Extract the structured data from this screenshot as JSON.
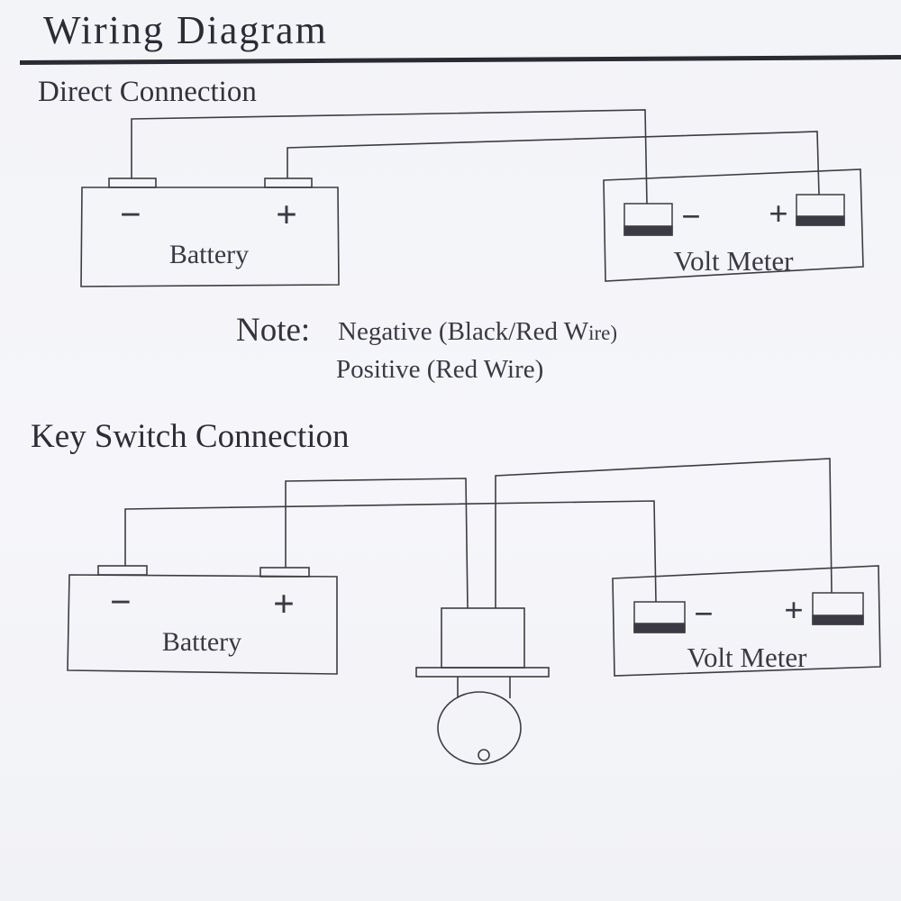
{
  "header": {
    "title": "Wiring Diagram"
  },
  "direct": {
    "title": "Direct Connection",
    "battery": {
      "label": "Battery",
      "neg": "−",
      "pos": "+"
    },
    "meter": {
      "label": "Volt Meter",
      "neg": "−",
      "pos": "+"
    }
  },
  "note": {
    "label": "Note:",
    "negative": "Negative (Black/Red W",
    "negative_small": "ire)",
    "positive": "Positive (Red Wire)"
  },
  "key_switch": {
    "title": "Key Switch Connection",
    "battery": {
      "label": "Battery",
      "neg": "−",
      "pos": "+"
    },
    "meter": {
      "label": "Volt Meter",
      "neg": "−",
      "pos": "+"
    }
  }
}
